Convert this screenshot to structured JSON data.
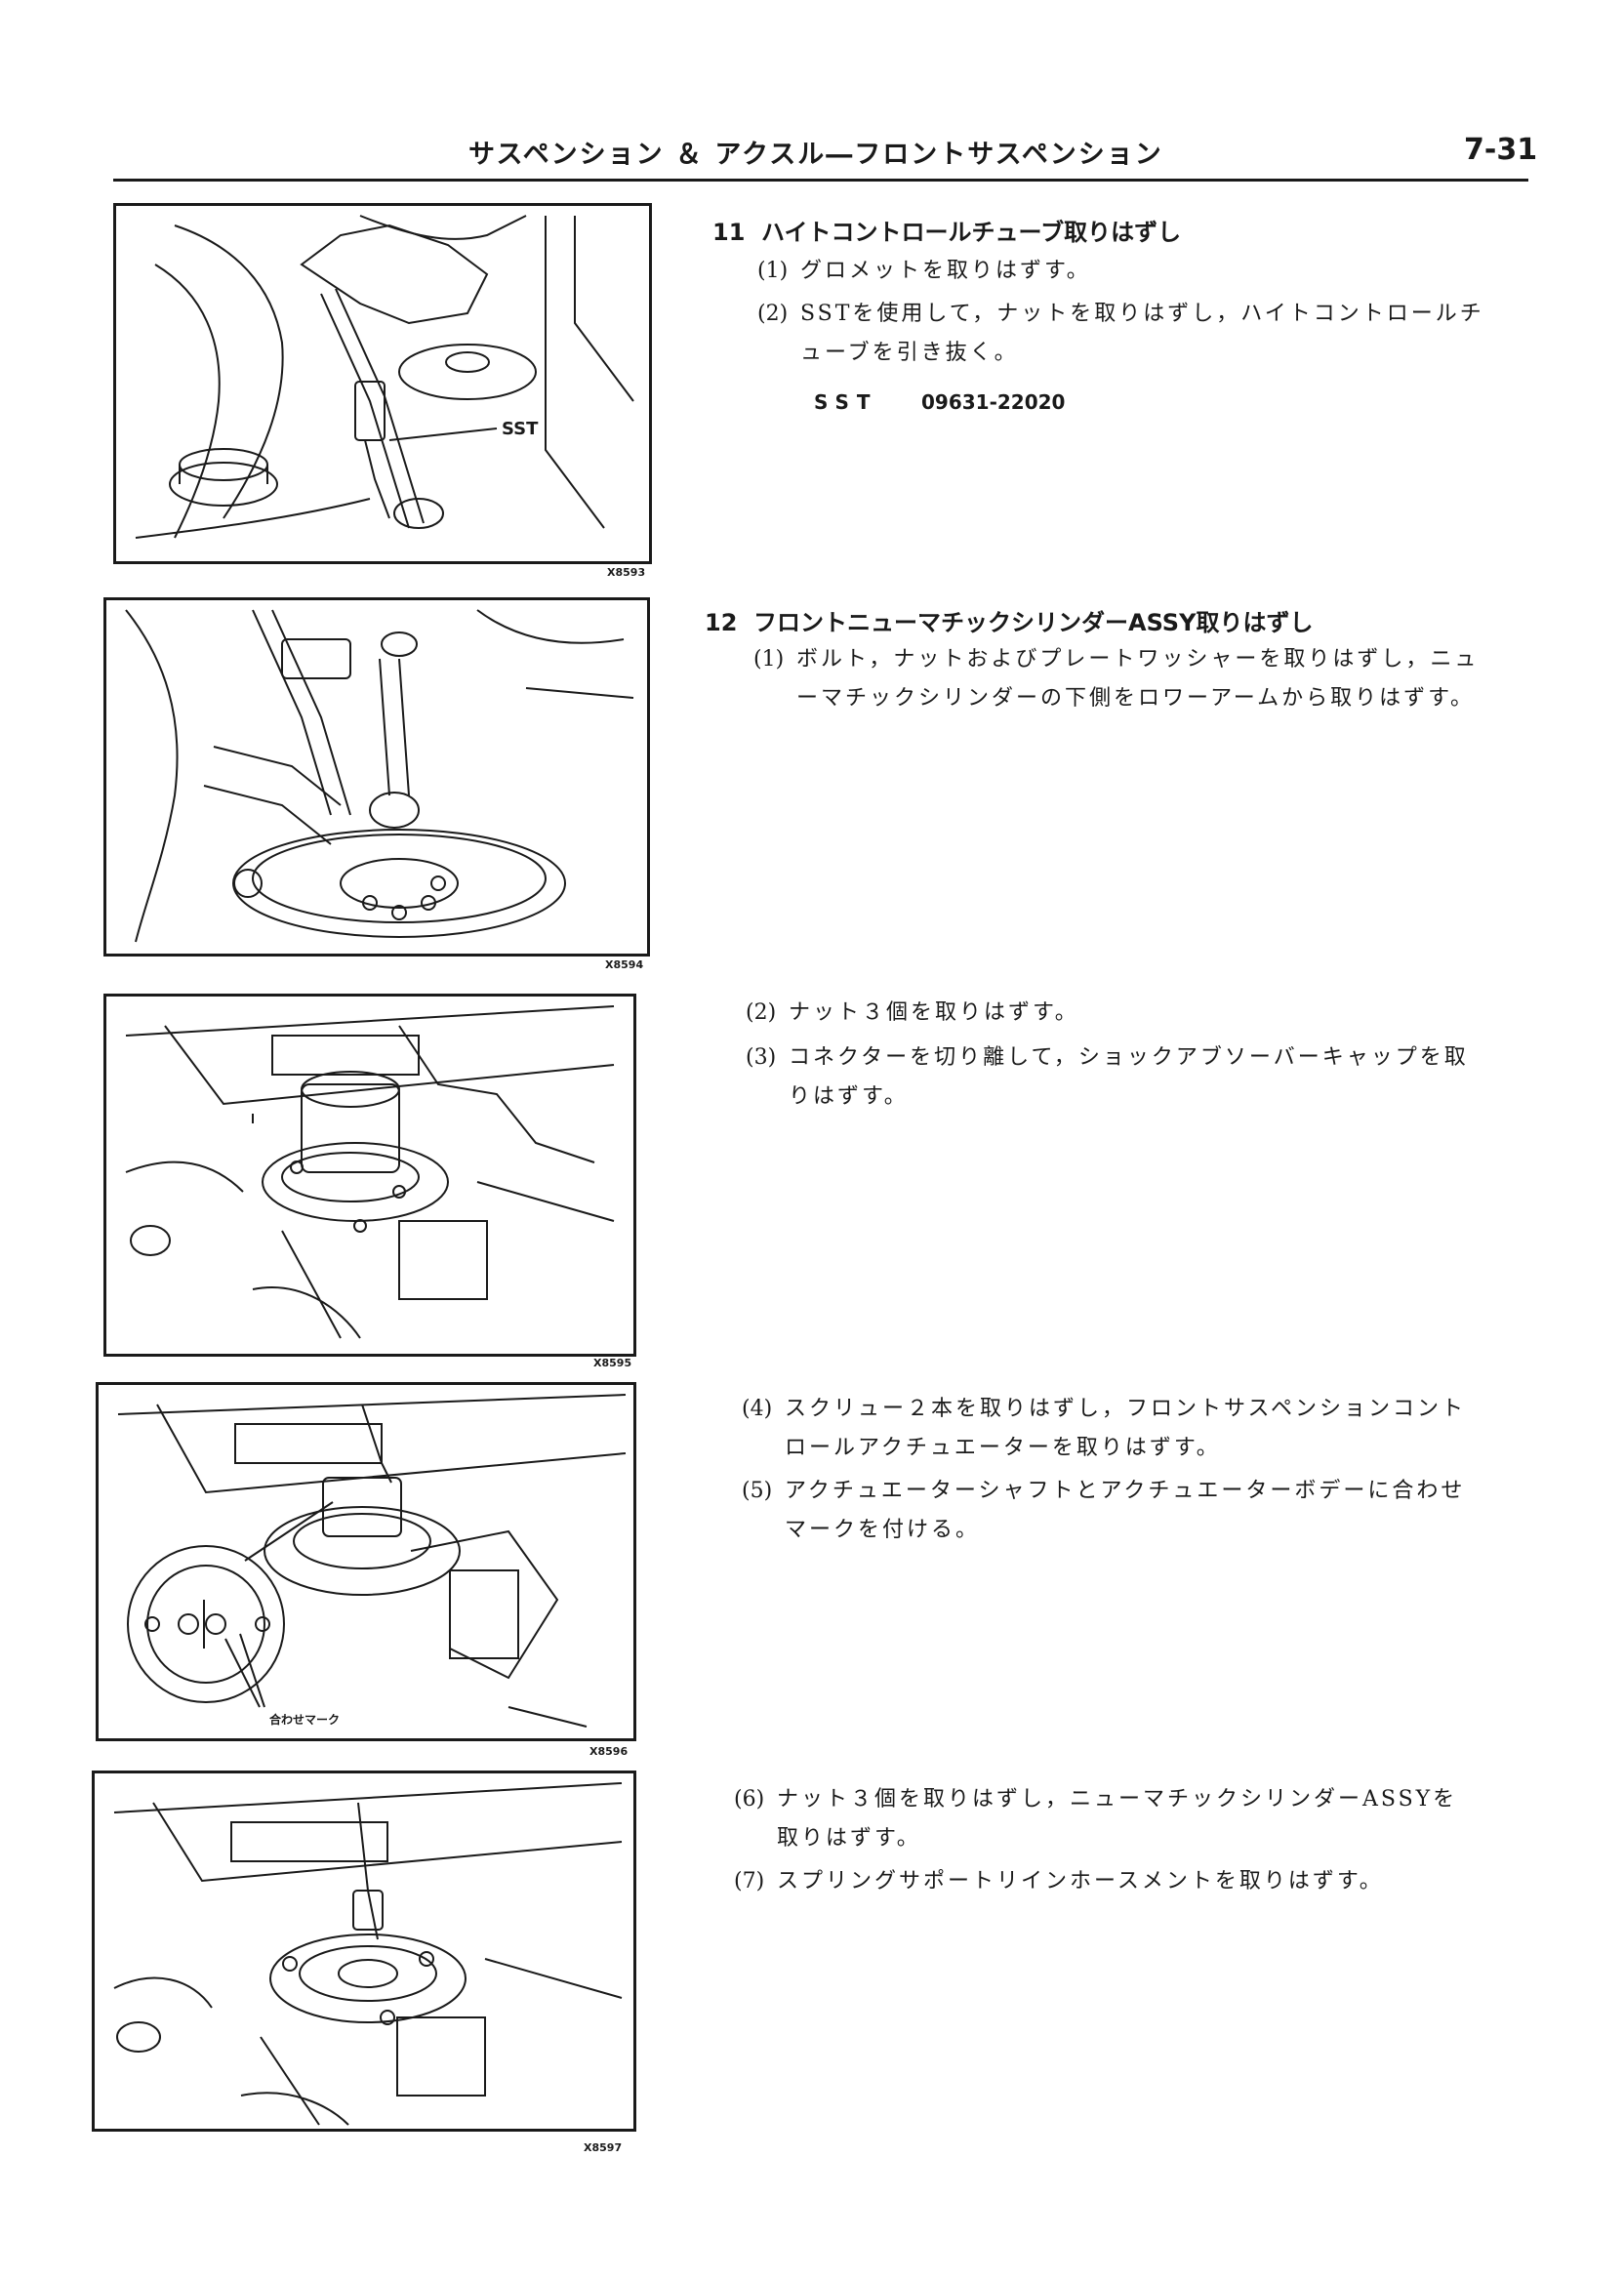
{
  "header": {
    "title": "サスペンション ＆ アクスル―フロントサスペンション",
    "page_number": "7-31"
  },
  "figures": [
    {
      "code": "X8593",
      "label": "SST"
    },
    {
      "code": "X8594"
    },
    {
      "code": "X8595"
    },
    {
      "code": "X8596",
      "label": "合わせマーク"
    },
    {
      "code": "X8597"
    }
  ],
  "section11": {
    "number": "11",
    "title": "ハイトコントロールチューブ取りはずし",
    "steps": [
      {
        "num": "(1)",
        "lines": [
          "グロメットを取りはずす。"
        ]
      },
      {
        "num": "(2)",
        "lines": [
          "SSTを使用して，ナットを取りはずし，ハイトコントロールチ",
          "ューブを引き抜く。"
        ]
      }
    ],
    "sst_label": "SST",
    "sst_code": "09631-22020"
  },
  "section12": {
    "number": "12",
    "title": "フロントニューマチックシリンダーASSY取りはずし",
    "steps": [
      {
        "num": "(1)",
        "lines": [
          "ボルト，ナットおよびプレートワッシャーを取りはずし，ニュ",
          "ーマチックシリンダーの下側をロワーアームから取りはずす。"
        ]
      },
      {
        "num": "(2)",
        "lines": [
          "ナット３個を取りはずす。"
        ]
      },
      {
        "num": "(3)",
        "lines": [
          "コネクターを切り離して，ショックアブソーバーキャップを取",
          "りはずす。"
        ]
      },
      {
        "num": "(4)",
        "lines": [
          "スクリュー２本を取りはずし，フロントサスペンションコント",
          "ロールアクチュエーターを取りはずす。"
        ]
      },
      {
        "num": "(5)",
        "lines": [
          "アクチュエーターシャフトとアクチュエーターボデーに合わせ",
          "マークを付ける。"
        ]
      },
      {
        "num": "(6)",
        "lines": [
          "ナット３個を取りはずし，ニューマチックシリンダーASSYを",
          "取りはずす。"
        ]
      },
      {
        "num": "(7)",
        "lines": [
          "スプリングサポートリインホースメントを取りはずす。"
        ]
      }
    ]
  }
}
